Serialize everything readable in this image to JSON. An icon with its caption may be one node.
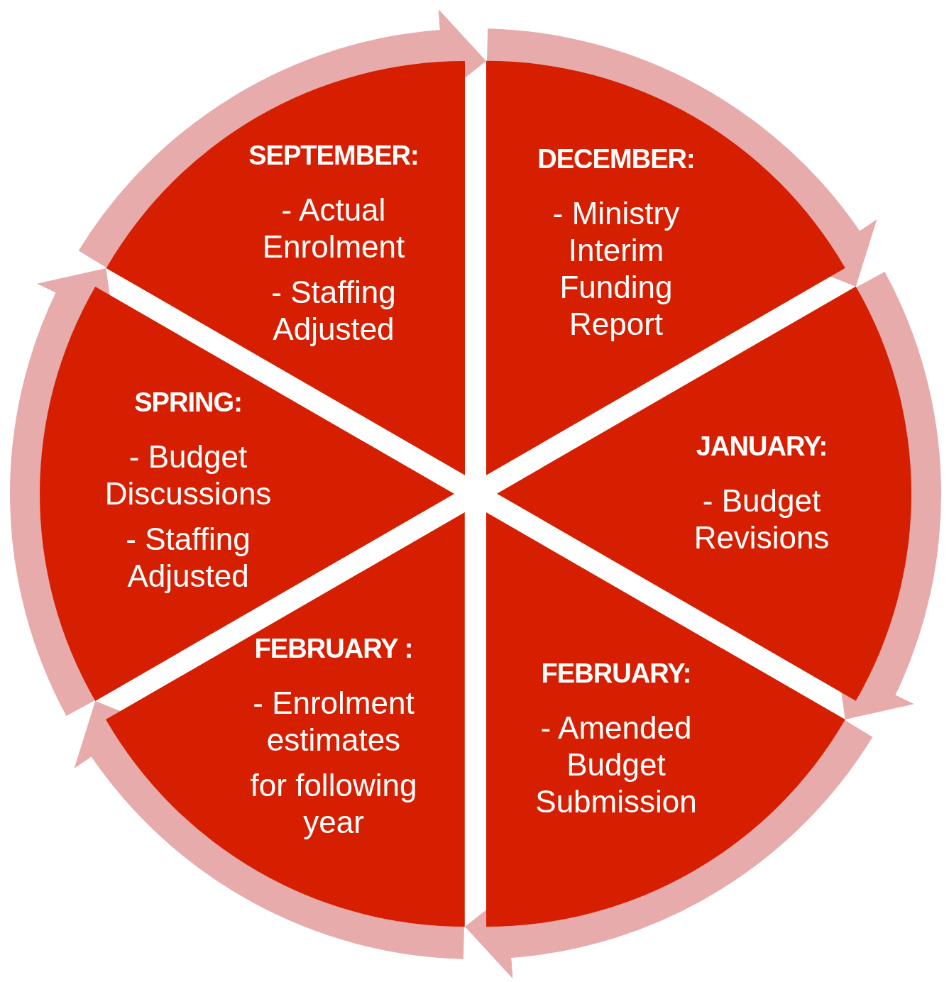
{
  "diagram": {
    "nodes": [
      {
        "text": [
          "SEPTEMBER:",
          "- Actual Enrolment",
          "- Staffing Adjusted"
        ]
      },
      {
        "text": [
          "DECEMBER:",
          "- Ministry Interim Funding Report"
        ]
      },
      {
        "text": [
          "SPRING:",
          "- Budget Discussions",
          "- Staffing Adjusted"
        ]
      },
      {
        "text": [
          "JANUARY:",
          "- Budget Revisions"
        ]
      },
      {
        "text": [
          "FEBRUARY :",
          "- Enrolment estimates",
          "for following year"
        ]
      },
      {
        "text": [
          "FEBRUARY:",
          "- Amended Budget Submission"
        ]
      }
    ],
    "edges": [
      {
        "from": 0,
        "to": 1,
        "arrow": "to"
      },
      {
        "from": 1,
        "to": 3,
        "arrow": "to"
      },
      {
        "from": 3,
        "to": 5,
        "arrow": "to"
      },
      {
        "from": 5,
        "to": 4,
        "arrow": "to"
      },
      {
        "from": 4,
        "to": 2,
        "arrow": "to"
      },
      {
        "from": 2,
        "to": 0,
        "arrow": "to"
      }
    ]
  }
}
